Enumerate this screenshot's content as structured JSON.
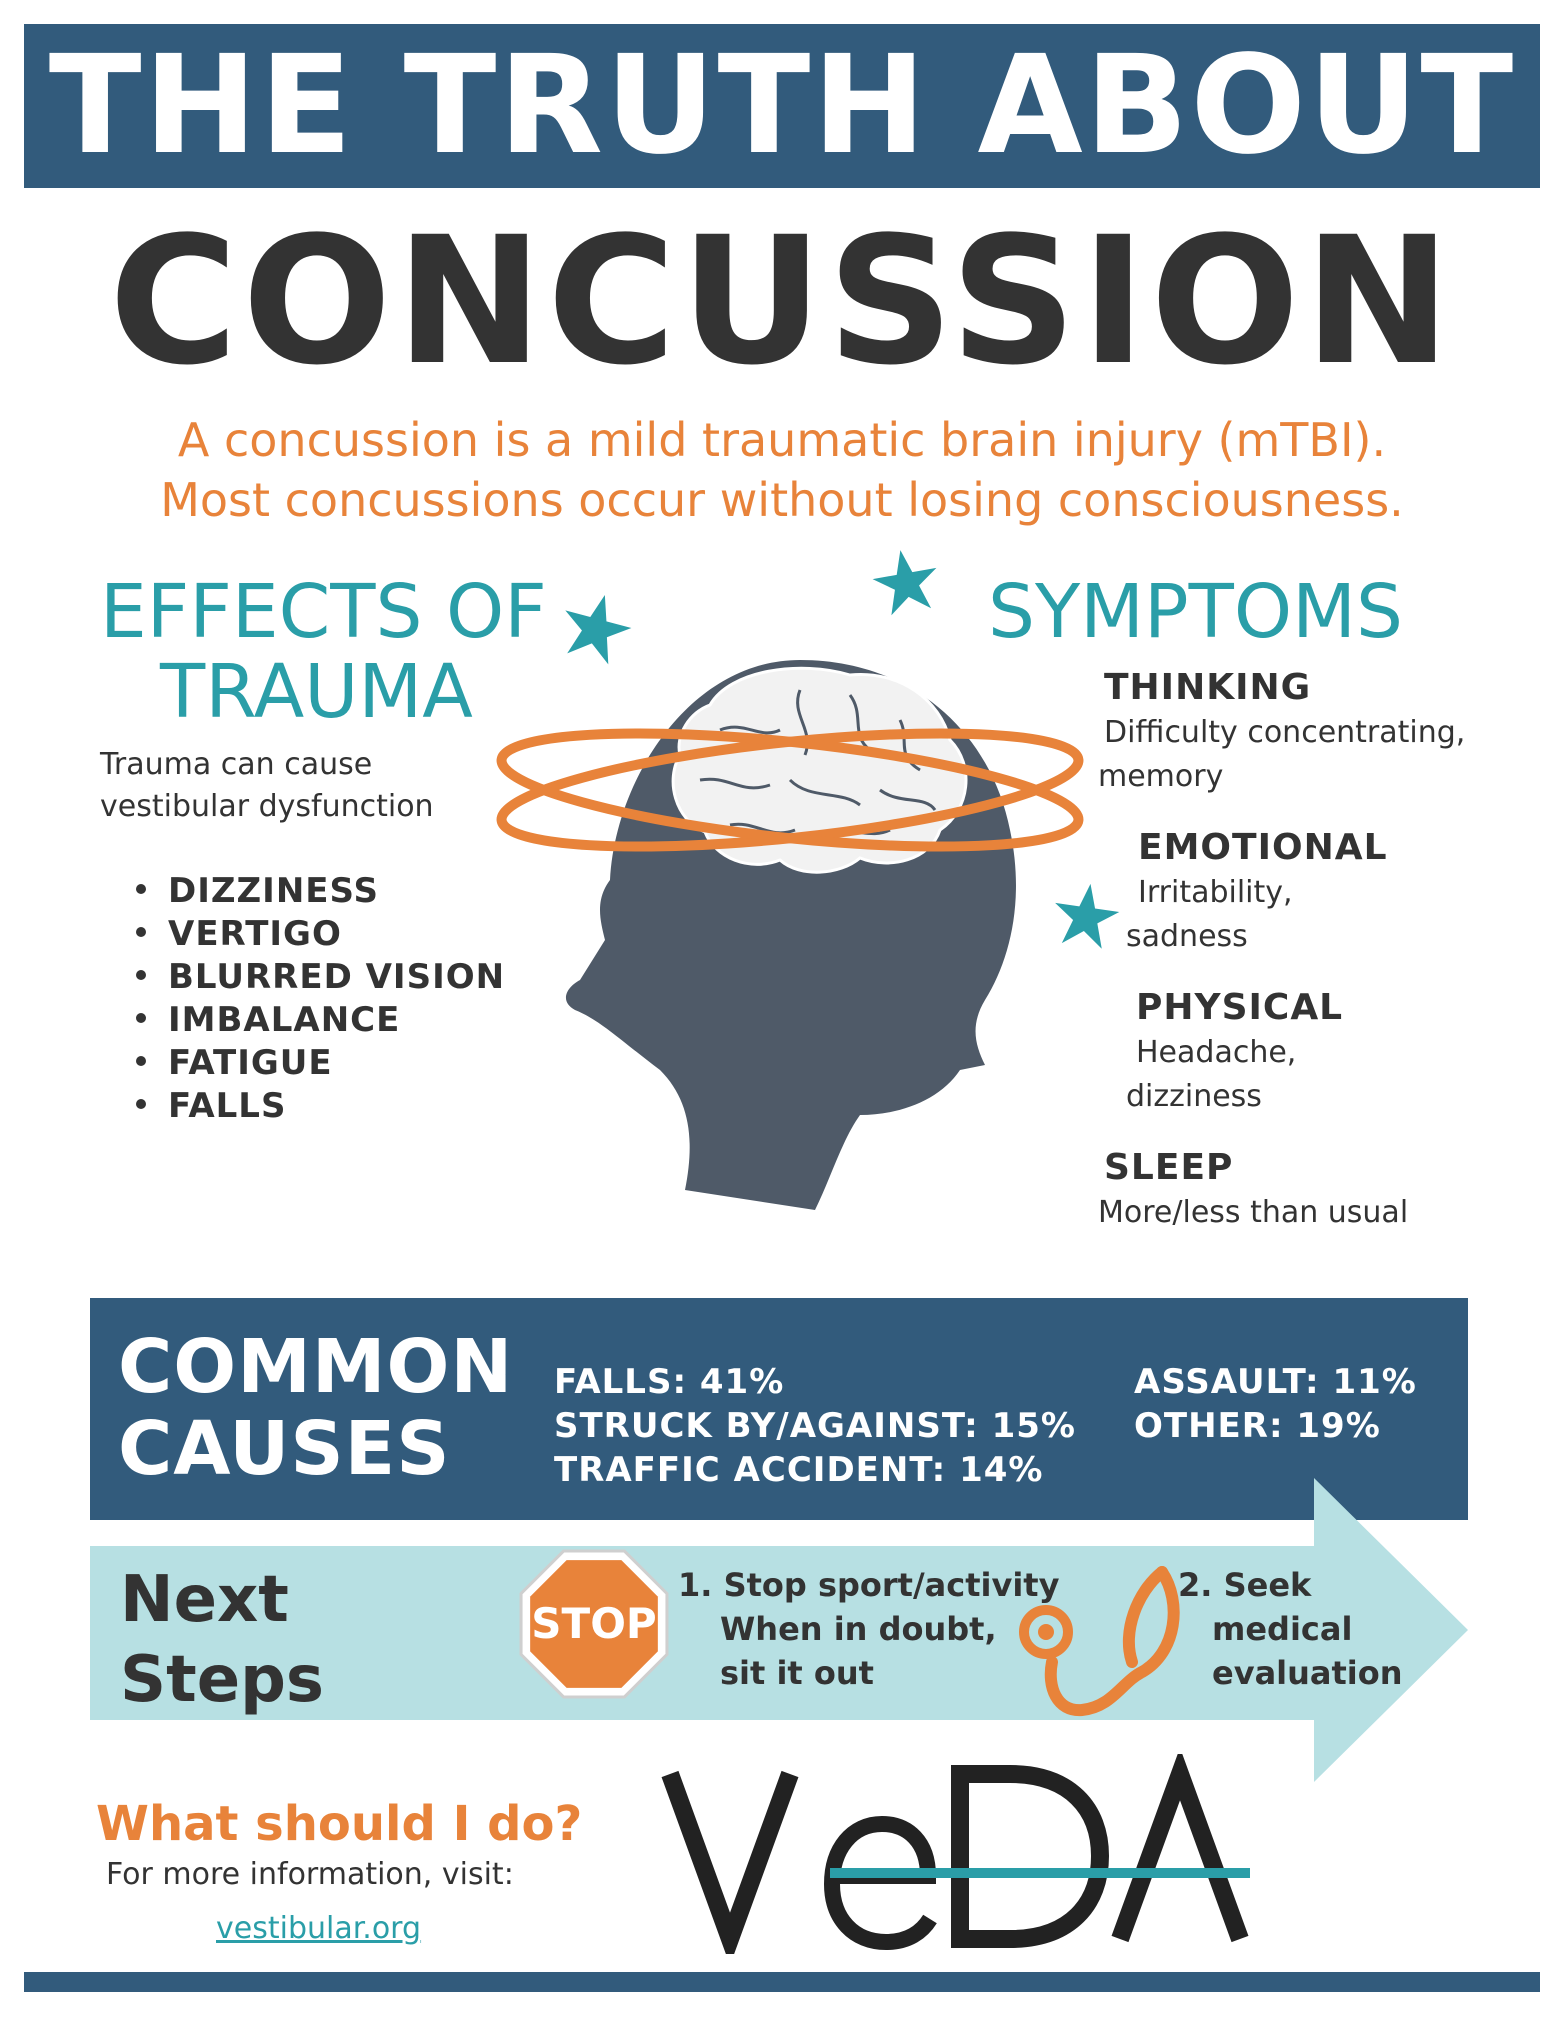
{
  "header": {
    "top_line": "THE TRUTH ABOUT",
    "main_title": "CONCUSSION"
  },
  "intro": {
    "line1": "A concussion is a mild traumatic brain injury (mTBI).",
    "line2": "Most concussions occur without losing consciousness."
  },
  "effects": {
    "title_line1": "EFFECTS OF",
    "title_line2": "TRAUMA",
    "desc_line1": "Trauma can cause",
    "desc_line2": "vestibular dysfunction",
    "items": [
      "DIZZINESS",
      "VERTIGO",
      "BLURRED VISION",
      "IMBALANCE",
      "FATIGUE",
      "FALLS"
    ]
  },
  "symptoms": {
    "title": "SYMPTOMS",
    "items": [
      {
        "heading": "THINKING",
        "line1": "Difficulty concentrating,",
        "line2": "memory"
      },
      {
        "heading": "EMOTIONAL",
        "line1": "Irritability,",
        "line2": "sadness"
      },
      {
        "heading": "PHYSICAL",
        "line1": "Headache,",
        "line2": "dizziness"
      },
      {
        "heading": "SLEEP",
        "line1": "More/less than usual",
        "line2": ""
      }
    ]
  },
  "causes": {
    "title_line1": "COMMON",
    "title_line2": "CAUSES",
    "items": [
      "FALLS: 41%",
      "STRUCK BY/AGAINST: 15%",
      "TRAFFIC ACCIDENT: 14%",
      "ASSAULT: 11%",
      "OTHER: 19%"
    ]
  },
  "next_steps": {
    "title_line1": "Next",
    "title_line2": "Steps",
    "stop_sign": "STOP",
    "step1_line1": "1. Stop sport/activity",
    "step1_line2": "When in doubt,",
    "step1_line3": "sit it out",
    "step2_line1": "2. Seek",
    "step2_line2": "medical",
    "step2_line3": "evaluation"
  },
  "footer": {
    "question": "What should I do?",
    "info": "For more information, visit:",
    "link": "vestibular.org",
    "logo_text": "VEDA"
  },
  "colors": {
    "navy": "#325b7c",
    "dark_text": "#333333",
    "orange": "#e8833a",
    "teal": "#2a9ea8",
    "light_teal": "#b7e0e3",
    "head_gray": "#4f5a68"
  }
}
